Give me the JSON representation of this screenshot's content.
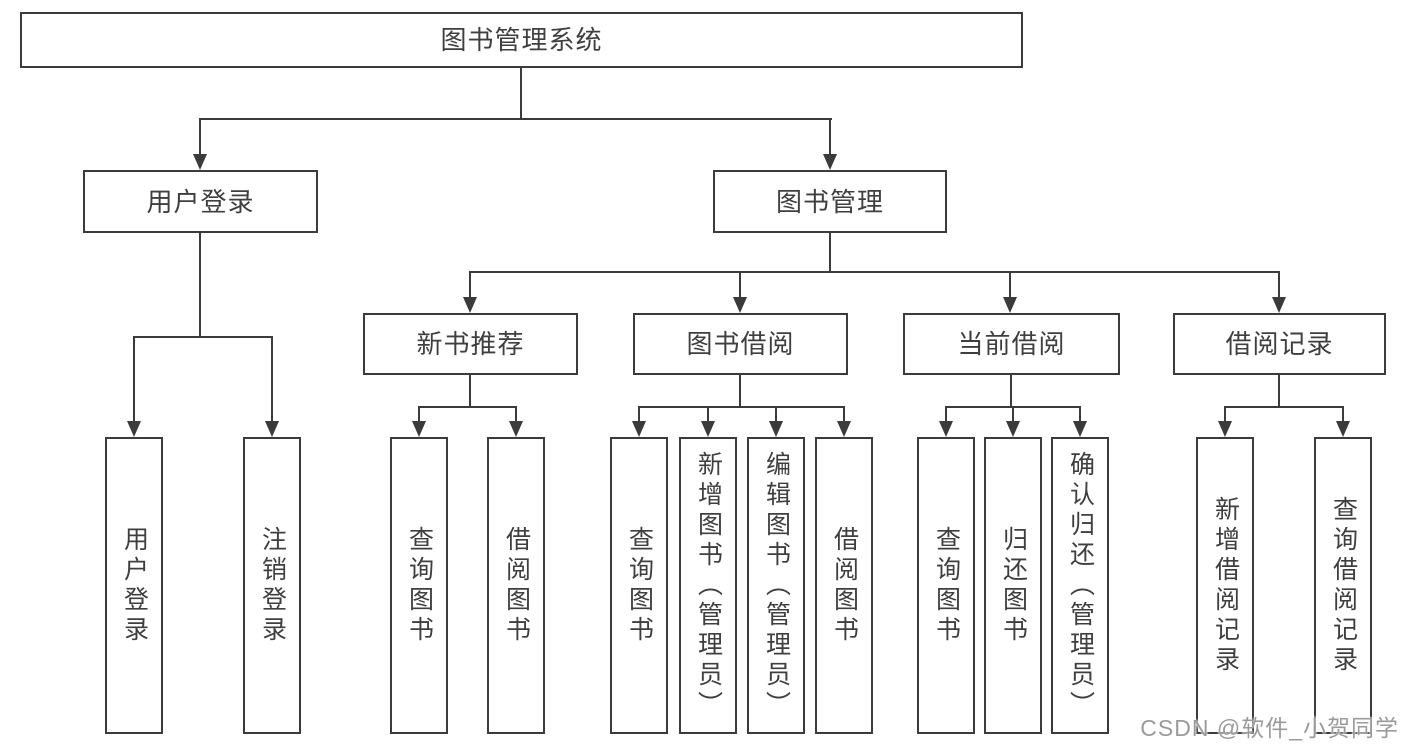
{
  "page": {
    "background": "#ffffff"
  },
  "colors": {
    "line": "#3b3b3b",
    "box_border": "#3b3b3b",
    "text": "#3f3f3f",
    "watermark_text": "#9b9b9b"
  },
  "nodes": {
    "root": "图书管理系统",
    "user_login": "用户登录",
    "book_management": "图书管理",
    "new_book_recommend": "新书推荐",
    "book_borrow": "图书借阅",
    "current_borrow": "当前借阅",
    "borrow_records": "借阅记录",
    "leaf_user_login": "用户登录",
    "leaf_logout": "注销登录",
    "leaf_rec_query_books": "查询图书",
    "leaf_rec_borrow_books": "借阅图书",
    "leaf_bb_query_books": "查询图书",
    "leaf_bb_add_books": "新增图书（管理员）",
    "leaf_bb_edit_books": "编辑图书（管理员）",
    "leaf_bb_borrow_books": "借阅图书",
    "leaf_cb_query_books": "查询图书",
    "leaf_cb_return_books": "归还图书",
    "leaf_cb_confirm_return": "确认归还（管理员）",
    "leaf_br_add_record": "新增借阅记录",
    "leaf_br_query_record": "查询借阅记录"
  },
  "watermark": "CSDN @软件_小贺同学"
}
